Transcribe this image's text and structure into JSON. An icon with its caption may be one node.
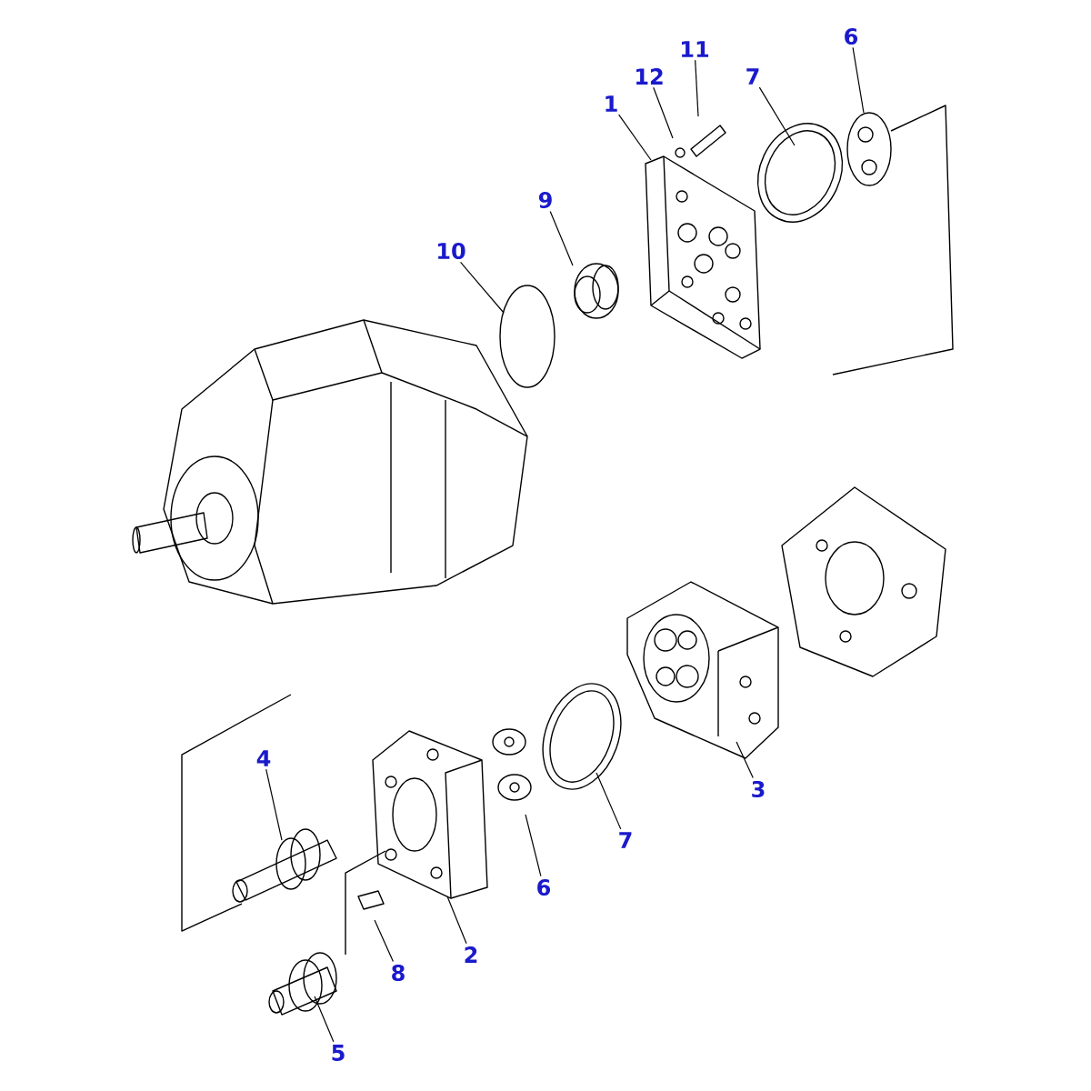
{
  "diagram": {
    "nodes": [
      {
        "text": [
          "11"
        ]
      },
      {
        "text": [
          "12"
        ]
      },
      {
        "text": [
          "1"
        ]
      },
      {
        "text": [
          "7"
        ]
      },
      {
        "text": [
          "6"
        ]
      },
      {
        "text": [
          "9"
        ]
      },
      {
        "text": [
          "10"
        ]
      },
      {
        "text": [
          "4"
        ]
      },
      {
        "text": [
          "3"
        ]
      },
      {
        "text": [
          "7"
        ]
      },
      {
        "text": [
          "6"
        ]
      },
      {
        "text": [
          "2"
        ]
      },
      {
        "text": [
          "8"
        ]
      },
      {
        "text": [
          "5"
        ]
      }
    ],
    "edges": [
      {
        "from": 0,
        "to": null,
        "arrow": "none"
      },
      {
        "from": 1,
        "to": null,
        "arrow": "none"
      },
      {
        "from": 2,
        "to": null,
        "arrow": "none"
      },
      {
        "from": 3,
        "to": null,
        "arrow": "none"
      },
      {
        "from": 4,
        "to": null,
        "arrow": "none"
      },
      {
        "from": 5,
        "to": null,
        "arrow": "none"
      },
      {
        "from": 6,
        "to": null,
        "arrow": "none"
      },
      {
        "from": 7,
        "to": null,
        "arrow": "none"
      },
      {
        "from": 8,
        "to": null,
        "arrow": "none"
      },
      {
        "from": 9,
        "to": null,
        "arrow": "none"
      },
      {
        "from": 10,
        "to": null,
        "arrow": "none"
      },
      {
        "from": 11,
        "to": null,
        "arrow": "none"
      },
      {
        "from": 12,
        "to": null,
        "arrow": "none"
      },
      {
        "from": 13,
        "to": null,
        "arrow": "none"
      }
    ]
  }
}
